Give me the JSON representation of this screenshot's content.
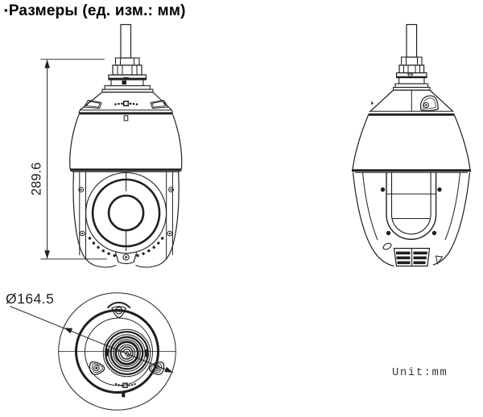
{
  "title": {
    "bullet": "▪",
    "text": "Размеры (ед. изм.: мм)"
  },
  "drawing": {
    "line_color": "#1f1f1f",
    "background": "#ffffff",
    "front_view": {
      "name": "front view of PTZ dome camera",
      "height_dimension_mm": "289.6"
    },
    "side_view": {
      "name": "side view of PTZ dome camera"
    },
    "bottom_view": {
      "name": "bottom view of PTZ dome camera",
      "diameter_dimension_mm": "Ø164.5"
    },
    "unit_note": "Unit:mm"
  }
}
